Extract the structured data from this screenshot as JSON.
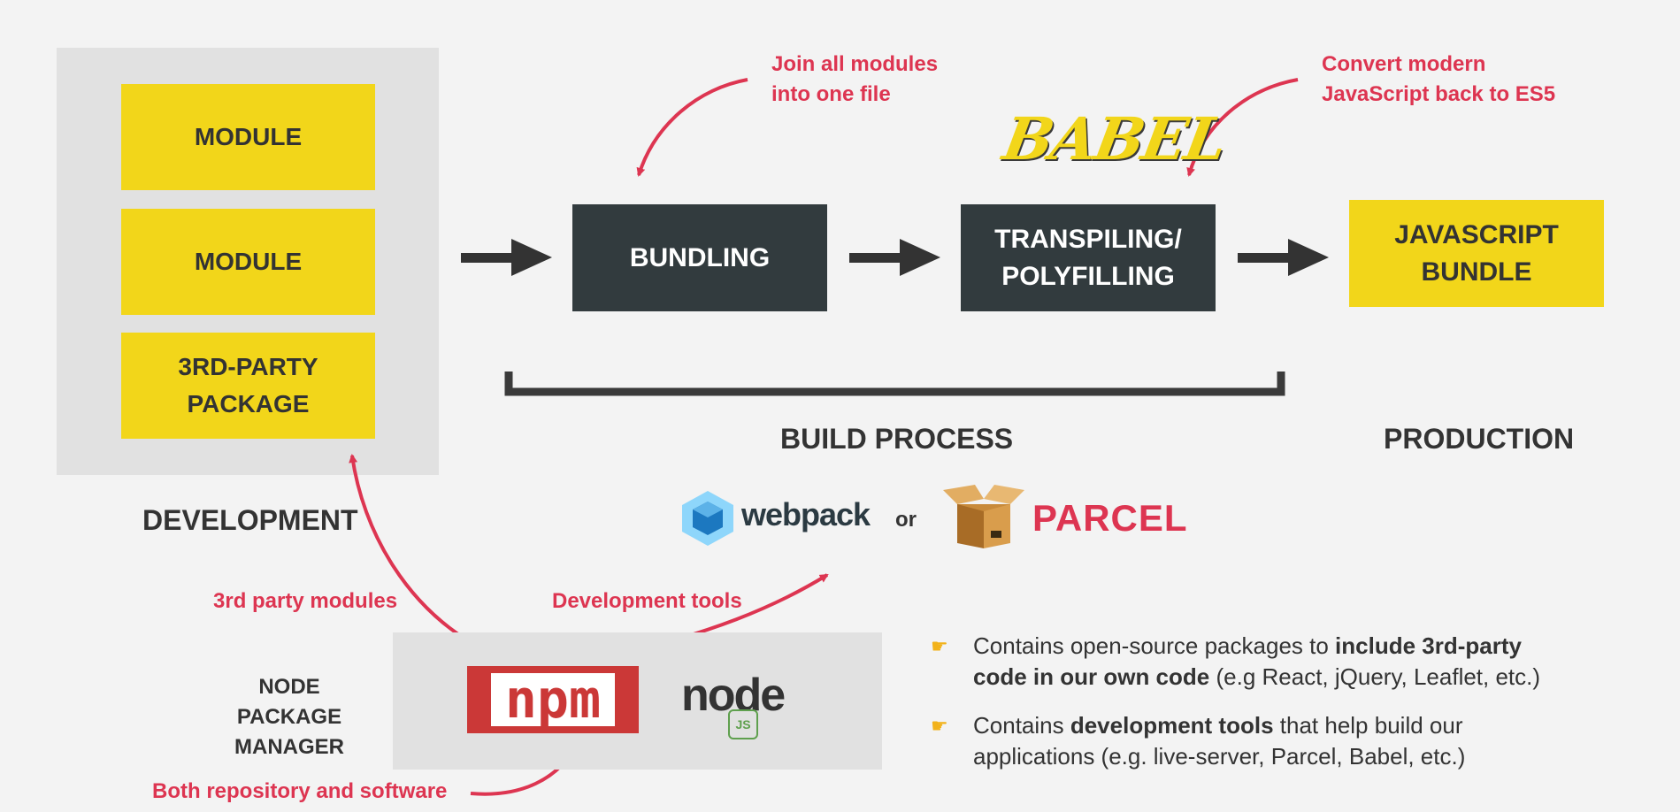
{
  "development": {
    "modules": [
      "MODULE",
      "MODULE",
      "3RD-PARTY PACKAGE"
    ],
    "label": "DEVELOPMENT"
  },
  "pipeline": {
    "bundling": "BUNDLING",
    "transpiling": "TRANSPILING/ POLYFILLING",
    "output": "JAVASCRIPT BUNDLE"
  },
  "notes": {
    "join": "Join all modules into one file",
    "convert": "Convert modern JavaScript back to ES5",
    "third_party": "3rd party modules",
    "dev_tools": "Development tools",
    "repo": "Both repository and software"
  },
  "labels": {
    "build_process": "BUILD PROCESS",
    "production": "PRODUCTION",
    "npm_name": "NODE PACKAGE MANAGER"
  },
  "logos": {
    "babel": "BABEL",
    "webpack": "webpack",
    "or": "or",
    "parcel": "PARCEL",
    "npm": "npm",
    "node": "node",
    "js": "JS"
  },
  "bullets": [
    {
      "text1": "Contains open-source packages to ",
      "bold": "include 3rd-party code in our own code",
      "text2": " (e.g React, jQuery, Leaflet, etc.)"
    },
    {
      "text1": "Contains ",
      "bold": "development tools",
      "text2": " that help build our applications (e.g. live-server, Parcel, Babel, etc.)"
    }
  ],
  "colors": {
    "yellow": "#f2d61a",
    "dark": "#323b3e",
    "red": "#dd3551",
    "panel": "#e1e1e1"
  }
}
